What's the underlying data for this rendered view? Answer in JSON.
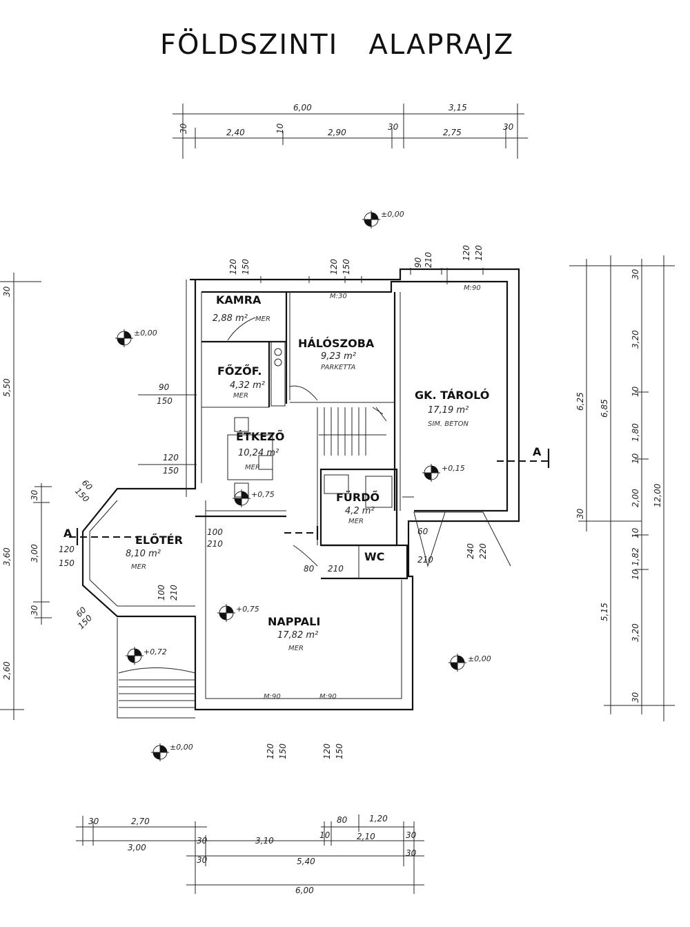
{
  "title": "FÖLDSZINTI   ALAPRAJZ",
  "rooms": {
    "kamra": {
      "name": "KAMRA",
      "area": "2,88 m²",
      "floor": "MER"
    },
    "haloszoba": {
      "name": "HÁLÓSZOBA",
      "area": "9,23 m²",
      "floor": "PARKETTA"
    },
    "fozo": {
      "name": "FŐZŐF.",
      "area": "4,32 m²",
      "floor": "MER"
    },
    "gk_tarolo": {
      "name": "GK. TÁROLÓ",
      "area": "17,19 m²",
      "floor": "SIM. BETON"
    },
    "etkezo": {
      "name": "ÉTKEZŐ",
      "area": "10,24 m²",
      "floor": "MER"
    },
    "furdo": {
      "name": "FÜRDŐ",
      "area": "4,2 m²",
      "floor": "MER"
    },
    "eloter": {
      "name": "ELŐTÉR",
      "area": "8,10 m²",
      "floor": "MER"
    },
    "wc": {
      "name": "WC",
      "area": "",
      "floor": ""
    },
    "nappali": {
      "name": "NAPPALI",
      "area": "17,82 m²",
      "floor": "MER"
    }
  },
  "levels": {
    "top": "±0,00",
    "left": "±0,00",
    "etkezo": "+0,75",
    "tarolo": "+0,15",
    "nappali": "+0,75",
    "entrance": "+0,72",
    "right": "±0,00",
    "bottom": "±0,00"
  },
  "section_mark": "A",
  "dims_top": {
    "overall": [
      "6,00",
      "3,15"
    ],
    "chain": [
      "30",
      "2,40",
      "10",
      "2,90",
      "30",
      "2,75",
      "30"
    ]
  },
  "dims_bottom": {
    "row1": [
      "30",
      "2,70",
      "80",
      "1,20"
    ],
    "row2": [
      "3,00",
      "30",
      "3,10",
      "10",
      "2,10",
      "30"
    ],
    "row3": [
      "30",
      "5,40",
      "30"
    ],
    "row4": [
      "6,00"
    ]
  },
  "dims_right": {
    "outer": [
      "12,00"
    ],
    "mid": [
      "6,85",
      "5,15"
    ],
    "inner": [
      "6,25"
    ],
    "chain": [
      "30",
      "3,20",
      "10",
      "1,80",
      "10",
      "2,00",
      "30",
      "10",
      "1,82",
      "10",
      "3,20",
      "30"
    ]
  },
  "dims_left": {
    "chain": [
      "30",
      "5,50",
      "3,60",
      "2,60"
    ],
    "inner": [
      "30",
      "3,00",
      "30"
    ]
  },
  "openings": {
    "top1": [
      "120",
      "150"
    ],
    "top2": [
      "120",
      "150"
    ],
    "top3": [
      "90",
      "210"
    ],
    "top4": [
      "120",
      "120"
    ],
    "sill_top": [
      "M:30",
      "M:90"
    ],
    "left1": [
      "90",
      "150"
    ],
    "left2": [
      "120",
      "150"
    ],
    "entry1": [
      "60",
      "150"
    ],
    "entry2": [
      "120",
      "150"
    ],
    "entry3": [
      "60",
      "150"
    ],
    "entry4": [
      "100",
      "210"
    ],
    "inner1": [
      "100",
      "210"
    ],
    "inner2": [
      "80",
      "210"
    ],
    "inner3": [
      "60",
      "210"
    ],
    "garage": [
      "240",
      "220"
    ],
    "bottom1": [
      "120",
      "150"
    ],
    "bottom2": [
      "120",
      "150"
    ],
    "sill_bottom": [
      "M:90",
      "M:90"
    ]
  }
}
